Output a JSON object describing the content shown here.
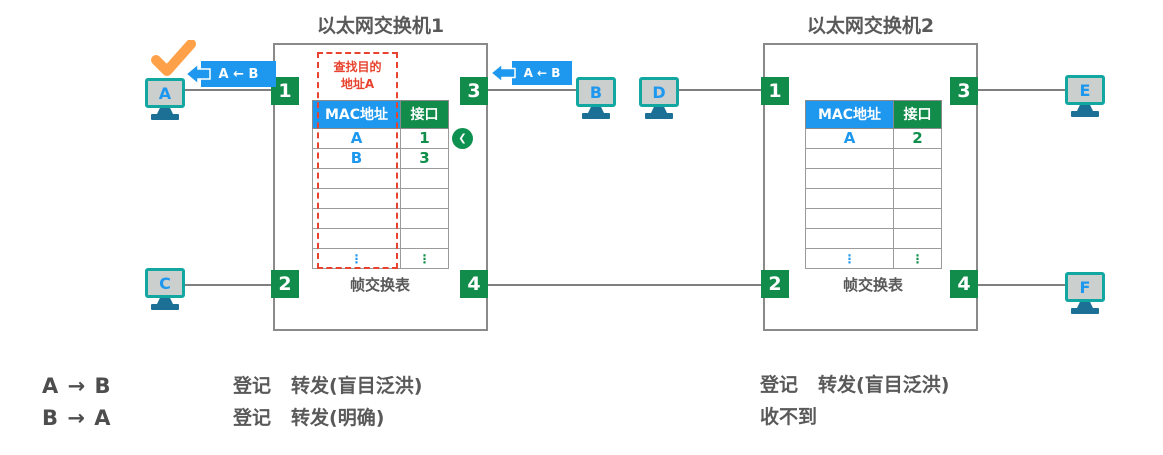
{
  "colors": {
    "port_green": "#128c4a",
    "header_blue": "#1e97ee",
    "monitor_teal": "#12a7a1",
    "stand_blue": "#1c6f95",
    "check_orange": "#ffa149",
    "lookup_red": "#e8432f",
    "text_gray": "#595959"
  },
  "switch1": {
    "title": "以太网交换机1",
    "ports": {
      "p1": "1",
      "p2": "2",
      "p3": "3",
      "p4": "4"
    },
    "lookup_note": {
      "line1": "查找目的",
      "line2": "地址A"
    },
    "table": {
      "headers": [
        "MAC地址",
        "接口"
      ],
      "rows": [
        [
          "A",
          "1"
        ],
        [
          "B",
          "3"
        ],
        [
          "",
          ""
        ],
        [
          "",
          ""
        ],
        [
          "",
          ""
        ],
        [
          "",
          ""
        ],
        [
          "⋮",
          "⋮"
        ]
      ],
      "caption": "帧交换表"
    }
  },
  "switch2": {
    "title": "以太网交换机2",
    "ports": {
      "p1": "1",
      "p2": "2",
      "p3": "3",
      "p4": "4"
    },
    "table": {
      "headers": [
        "MAC地址",
        "接口"
      ],
      "rows": [
        [
          "A",
          "2"
        ],
        [
          "",
          ""
        ],
        [
          "",
          ""
        ],
        [
          "",
          ""
        ],
        [
          "",
          ""
        ],
        [
          "",
          ""
        ],
        [
          "⋮",
          "⋮"
        ]
      ],
      "caption": "帧交换表"
    }
  },
  "hosts": {
    "a": "A",
    "b": "B",
    "c": "C",
    "d": "D",
    "e": "E",
    "f": "F"
  },
  "frames": {
    "label1": "A ← B",
    "label2": "A ← B"
  },
  "back_icon_glyph": "❮",
  "annotations": {
    "flows": [
      "A → B",
      "B → A"
    ],
    "results": {
      "switch1": [
        {
          "a": "登记",
          "b": "转发(盲目泛洪)"
        },
        {
          "a": "登记",
          "b": "转发(明确)"
        }
      ],
      "switch2": [
        {
          "a": "登记",
          "b": "转发(盲目泛洪)"
        },
        {
          "a": "收不到",
          "b": ""
        }
      ]
    }
  }
}
